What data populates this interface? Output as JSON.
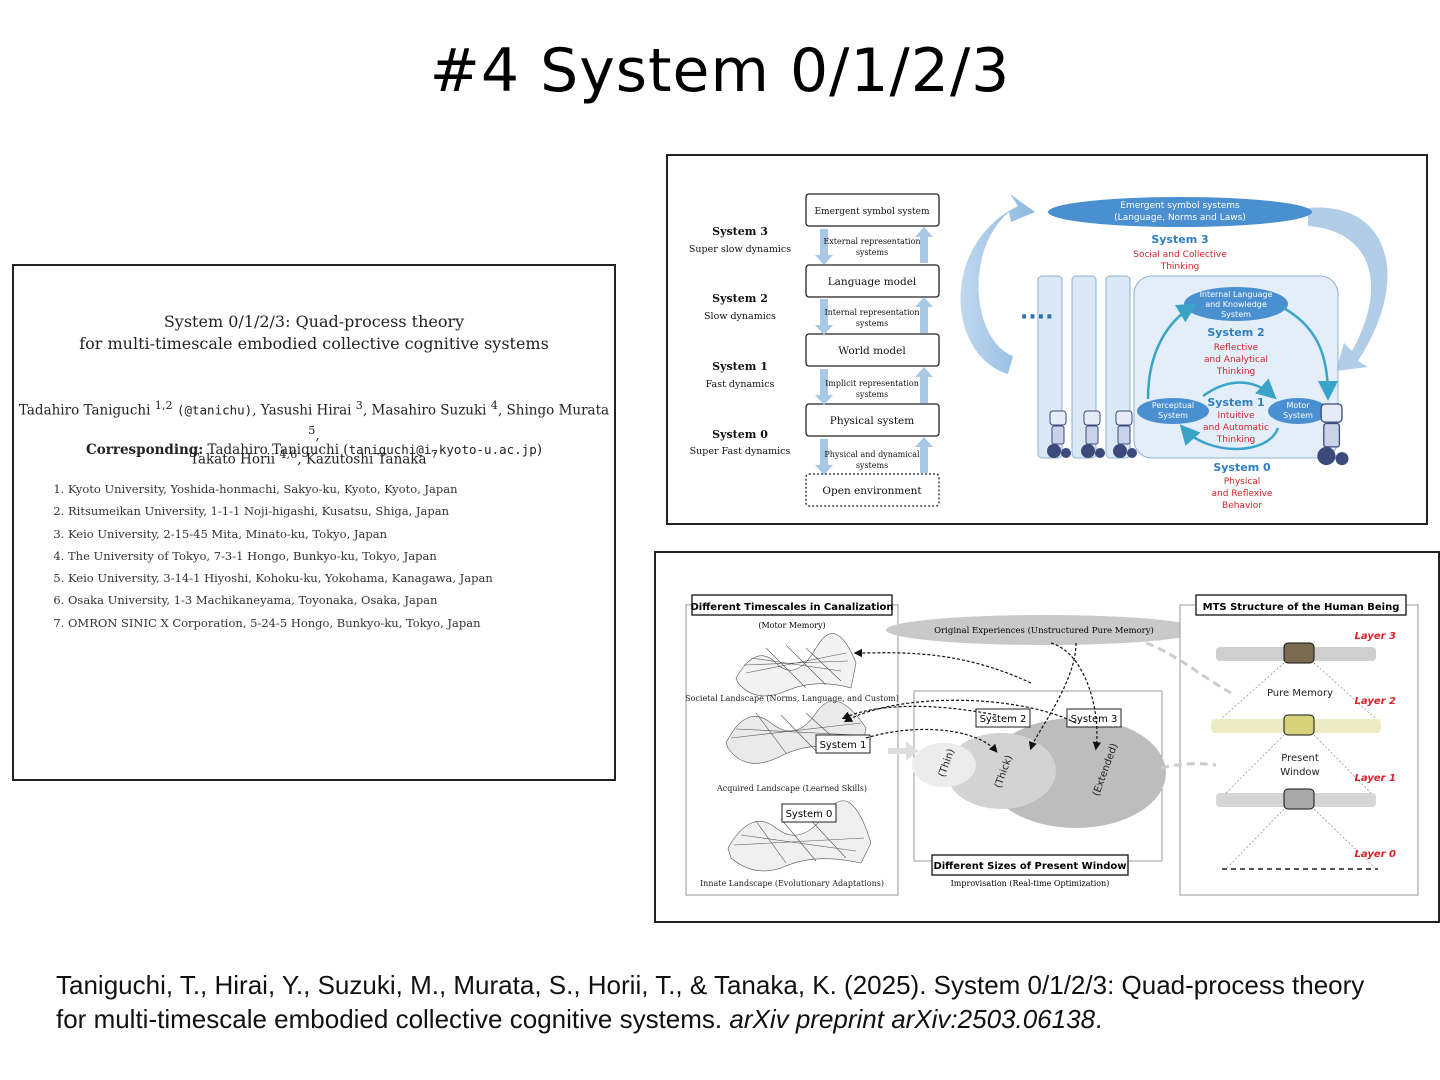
{
  "slide": {
    "title": "#4 System 0/1/2/3"
  },
  "paper": {
    "title_line1": "System 0/1/2/3: Quad-process theory",
    "title_line2": "for multi-timescale embodied collective cognitive systems",
    "authors_line1_a": "Tadahiro Taniguchi ",
    "authors_line1_sup1": "1,2",
    "authors_line1_handle": "(@tanichu)",
    "authors_line1_b": ", Yasushi Hirai ",
    "authors_line1_sup2": "3",
    "authors_line1_c": ", Masahiro Suzuki ",
    "authors_line1_sup3": "4",
    "authors_line1_d": ", Shingo Murata ",
    "authors_line1_sup4": "5",
    "authors_line1_e": ",",
    "authors_line2_a": "Takato Horii ",
    "authors_line2_sup1": "4,6",
    "authors_line2_b": ", Kazutoshi Tanaka ",
    "authors_line2_sup2": "7",
    "corresponding_label": "Corresponding:",
    "corresponding_name": " Tadahiro Taniguchi (",
    "corresponding_email": "taniguchi@i.kyoto-u.ac.jp",
    "corresponding_close": ")",
    "affiliations": [
      "Kyoto University, Yoshida-honmachi, Sakyo-ku, Kyoto, Kyoto, Japan",
      "Ritsumeikan University, 1-1-1 Noji-higashi, Kusatsu, Shiga, Japan",
      "Keio University, 2-15-45 Mita, Minato-ku, Tokyo, Japan",
      "The University of Tokyo, 7-3-1 Hongo, Bunkyo-ku, Tokyo, Japan",
      "Keio University, 3-14-1 Hiyoshi, Kohoku-ku, Yokohama, Kanagawa, Japan",
      "Osaka University, 1-3 Machikaneyama, Toyonaka, Osaka, Japan",
      "OMRON SINIC X Corporation, 5-24-5 Hongo, Bunkyo-ku, Tokyo, Japan"
    ]
  },
  "figure1": {
    "left_systems": [
      {
        "name": "System 3",
        "desc": "Super slow dynamics"
      },
      {
        "name": "System 2",
        "desc": "Slow dynamics"
      },
      {
        "name": "System 1",
        "desc": "Fast dynamics"
      },
      {
        "name": "System 0",
        "desc": "Super Fast dynamics"
      }
    ],
    "stack_boxes": [
      "Emergent symbol system",
      "Language model",
      "World model",
      "Physical system",
      "Open environment"
    ],
    "stack_links": [
      [
        "External representation",
        "systems"
      ],
      [
        "Internal representation",
        "systems"
      ],
      [
        "Implicit representation",
        "systems"
      ],
      [
        "Physical and dynamical",
        "systems"
      ]
    ],
    "ellipse_top": [
      "Emergent symbol systems",
      "(Language, Norms and Laws)"
    ],
    "internal_language": [
      "Internal Language",
      "and Knowledge",
      "System"
    ],
    "perceptual": [
      "Perceptual",
      "System"
    ],
    "motor": [
      "Motor",
      "System"
    ],
    "sys3": {
      "name": "System 3",
      "desc": [
        "Social and Collective",
        "Thinking"
      ]
    },
    "sys2": {
      "name": "System 2",
      "desc": [
        "Reflective",
        "and Analytical",
        "Thinking"
      ]
    },
    "sys1": {
      "name": "System 1",
      "desc": [
        "Intuitive",
        "and Automatic",
        "Thinking"
      ]
    },
    "sys0": {
      "name": "System 0",
      "desc": [
        "Physical",
        "and Reflexive",
        "Behavior"
      ]
    },
    "colors": {
      "blue": "#2e7fc0",
      "red": "#d8232a",
      "light_blue": "#a9c8e6",
      "ellipse": "#4a8fd0"
    }
  },
  "figure2": {
    "left_title": "Different Timescales in Canalization",
    "motor_memory": "(Motor Memory)",
    "societal": "Societal Landscape (Norms, Language, and Custom)",
    "acquired": "Acquired Landscape (Learned Skills)",
    "innate": "Innate Landscape (Evolutionary Adaptations)",
    "original": "Original Experiences (Unstructured Pure Memory)",
    "system_labels": [
      "System 1",
      "System 0",
      "System 2",
      "System 3"
    ],
    "window_labels": [
      "(Thin)",
      "(Thick)",
      "(Extended)"
    ],
    "center_title": "Different Sizes of Present Window",
    "improvisation": "Improvisation (Real-time Optimization)",
    "right_title": "MTS Structure of the Human Being",
    "layers": [
      "Layer 3",
      "Layer 2",
      "Layer 1",
      "Layer 0"
    ],
    "pure_memory": "Pure Memory",
    "present_window": [
      "Present",
      "Window"
    ],
    "colors": {
      "layer_red": "#d8232a"
    }
  },
  "citation": {
    "text": "Taniguchi, T., Hirai, Y., Suzuki, M., Murata, S., Horii, T., & Tanaka, K. (2025). System 0/1/2/3: Quad-process theory for multi-timescale embodied collective cognitive systems. ",
    "journal": "arXiv preprint arXiv:2503.06138",
    "end": "."
  }
}
